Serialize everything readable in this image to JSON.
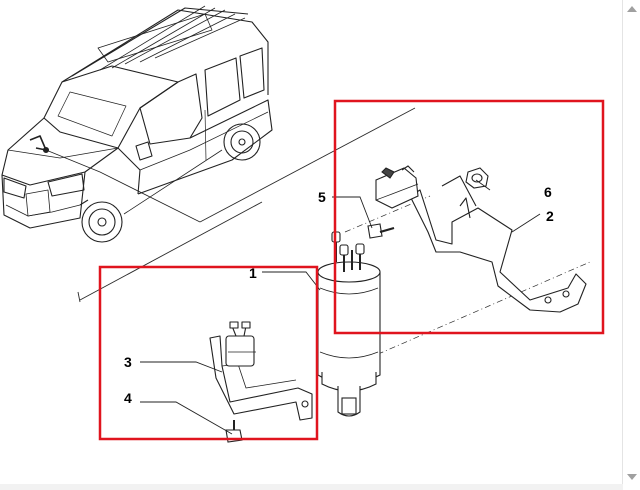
{
  "diagram": {
    "callouts": [
      {
        "id": "1",
        "text": "1"
      },
      {
        "id": "2",
        "text": "2"
      },
      {
        "id": "3",
        "text": "3"
      },
      {
        "id": "4",
        "text": "4"
      },
      {
        "id": "5",
        "text": "5"
      },
      {
        "id": "6",
        "text": "6"
      }
    ],
    "highlight_color": "#e0141e",
    "line_color": "#2b2b2b"
  }
}
